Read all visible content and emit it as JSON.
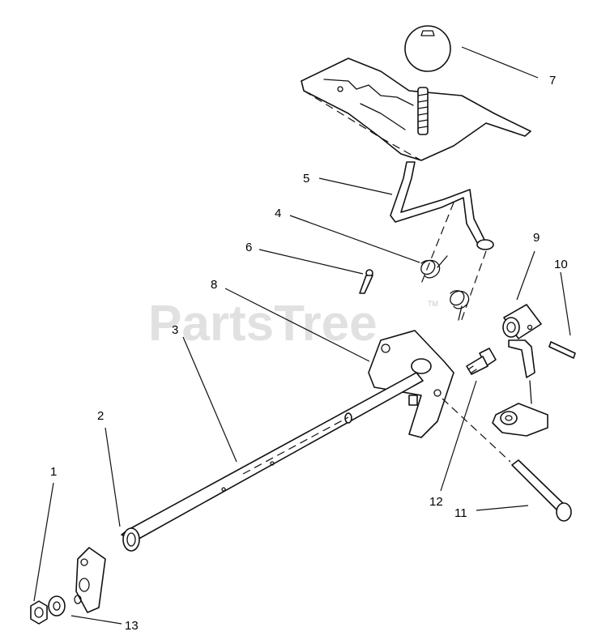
{
  "watermark": {
    "text": "PartsTree",
    "mark": "TM"
  },
  "callouts": {
    "c1": "1",
    "c2": "2",
    "c3": "3",
    "c4": "4",
    "c5": "5",
    "c6": "6",
    "c7": "7",
    "c8": "8",
    "c9": "9",
    "c10": "10",
    "c11": "11",
    "c12": "12",
    "c13": "13"
  }
}
